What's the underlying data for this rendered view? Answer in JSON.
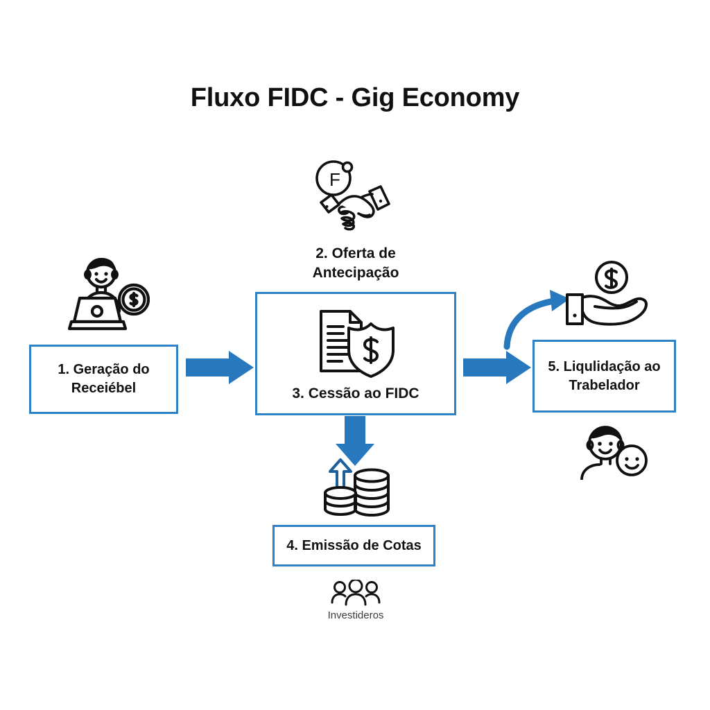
{
  "title": "Fluxo FIDC - Gig Economy",
  "theme": {
    "background": "#ffffff",
    "accent_blue": "#2e81c4",
    "arrow_blue": "#2878be",
    "arrow_blue_dark": "#1f6fae",
    "icon_stroke": "#111111",
    "text": "#111111",
    "caption_text": "#3b3b3b"
  },
  "nodes": [
    {
      "id": "step-1",
      "label": "1. Geração do\nReceiébel",
      "icon": "gig-worker-laptop-coin-icon"
    },
    {
      "id": "step-2",
      "label": "2. Oferta de\nAntecipação",
      "icon": "handshake-fidc-icon",
      "boxed": false
    },
    {
      "id": "step-3",
      "label": "3. Cessão ao FIDC",
      "icon": "document-shield-dollar-icon"
    },
    {
      "id": "step-4",
      "label": "4. Emissão de Cotas",
      "icon": "coin-stacks-up-arrow-icon"
    },
    {
      "id": "step-5",
      "label": "5. Liqulidação ao\nTrabelador",
      "icon": "hand-receiving-coin-icon"
    }
  ],
  "captions": {
    "investors": "Investideros"
  },
  "icons": {
    "worker": "gig-worker-laptop-coin-icon",
    "handshake": "handshake-fidc-icon",
    "doc_shield": "document-shield-dollar-icon",
    "hand_money": "hand-receiving-coin-icon",
    "family": "two-smiling-people-icon",
    "coins": "coin-stacks-up-arrow-icon",
    "investors": "group-of-people-icon"
  },
  "arrows": [
    {
      "id": "arrow-1-to-3",
      "from": "step-1",
      "to": "step-3",
      "direction": "right",
      "style": "straight"
    },
    {
      "id": "arrow-3-to-5",
      "from": "step-3",
      "to": "step-5",
      "direction": "right",
      "style": "straight"
    },
    {
      "id": "arrow-3-to-4",
      "from": "step-3",
      "to": "step-4",
      "direction": "down",
      "style": "straight"
    },
    {
      "id": "arrow-3-to-hand",
      "from": "step-3",
      "to": "hand-receiving-coin-icon",
      "direction": "up-right",
      "style": "curved"
    }
  ]
}
